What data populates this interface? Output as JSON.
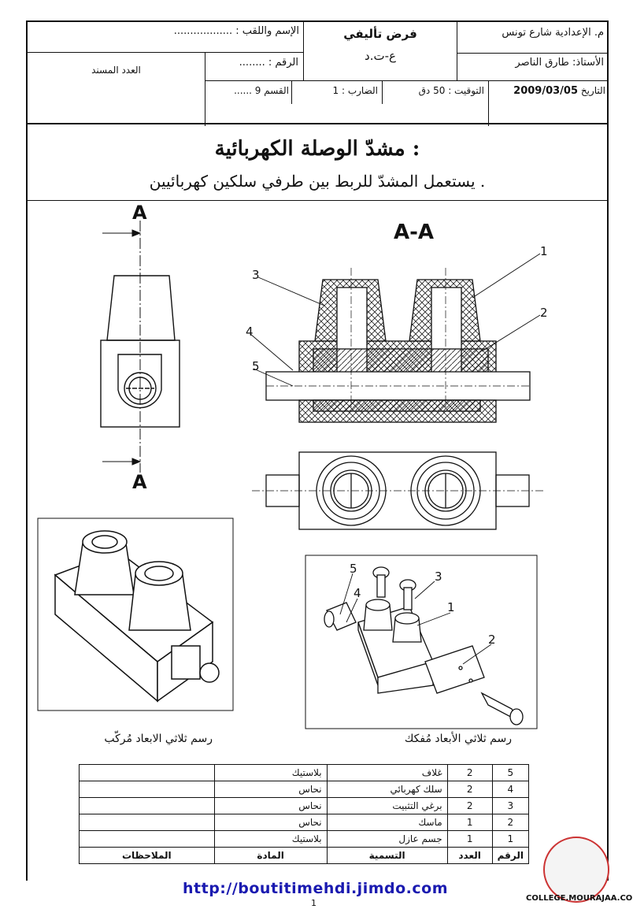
{
  "header": {
    "school": "م. الإعدادية شارع تونس",
    "teacher": "الأستاذ: طارق الناصر",
    "date_label": "التاريخ",
    "date": "2009/03/05",
    "exam_title": "فرض تأليفي",
    "subject": "ع-ت.د",
    "timing": "التوقيت : 50 دق",
    "coef": "الضارب : 1",
    "name_label": "الإسم واللقب : ..................",
    "number_label": "الرقم : ........",
    "class_label": "القسم 9 ......",
    "grade_label": "العدد المسند"
  },
  "doc": {
    "title": "مشدّ الوصلة الكهربائية :",
    "subtitle": "يستعمل المشدّ للربط بين طرفي سلكين كهربائيين .",
    "section_left_top": "A",
    "section_left_bottom": "A",
    "section_view": "A-A",
    "callouts_section": [
      "1",
      "2",
      "3",
      "4",
      "5"
    ],
    "callouts_exploded": [
      "5",
      "4",
      "3",
      "1",
      "2"
    ],
    "caption_assembled": "رسم ثلاثي الابعاد مُركّب",
    "caption_exploded": "رسم ثلاثي الأبعاد مُفكك"
  },
  "nomenclature": {
    "headers": {
      "ref": "الرقم",
      "qty": "العدد",
      "name": "التسمية",
      "material": "المادة",
      "notes": "الملاحظات"
    },
    "rows": [
      {
        "ref": "5",
        "qty": "2",
        "name": "غلاف",
        "material": "بلاستيك",
        "notes": ""
      },
      {
        "ref": "4",
        "qty": "2",
        "name": "سلك كهربائي",
        "material": "نحاس",
        "notes": ""
      },
      {
        "ref": "3",
        "qty": "2",
        "name": "برغي التثبيت",
        "material": "نحاس",
        "notes": ""
      },
      {
        "ref": "2",
        "qty": "1",
        "name": "ماسك",
        "material": "نحاس",
        "notes": ""
      },
      {
        "ref": "1",
        "qty": "1",
        "name": "جسم عازل",
        "material": "بلاستيك",
        "notes": ""
      }
    ]
  },
  "footer": {
    "url": "http://boutitimehdi.jimdo.com",
    "page": "1",
    "logo_text": "COLLEGE.MOURAJAA.COM"
  }
}
